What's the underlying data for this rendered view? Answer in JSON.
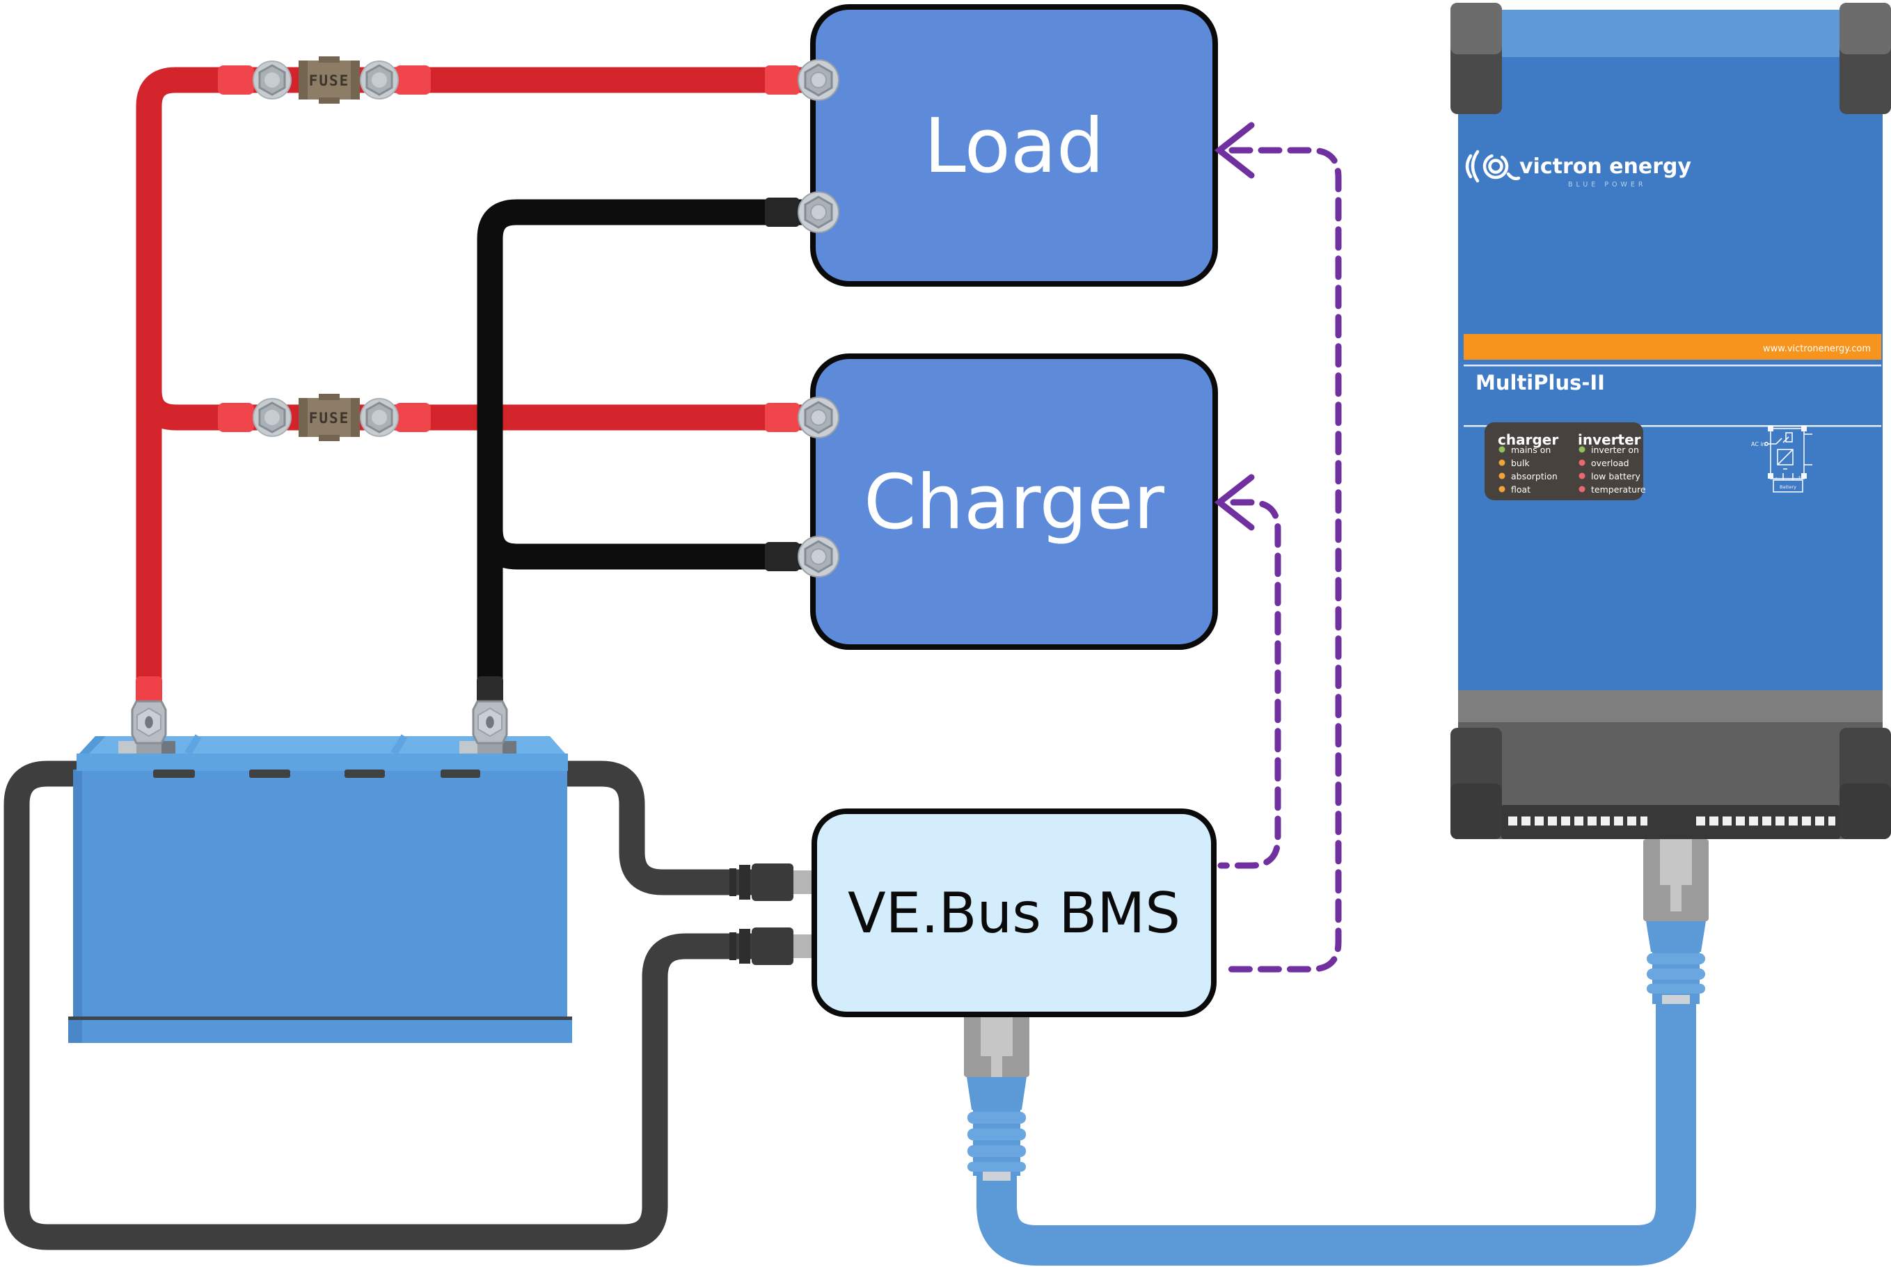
{
  "diagram": {
    "load_box": {
      "label": "Load"
    },
    "charger_box": {
      "label": "Charger"
    },
    "bms_box": {
      "label": "VE.Bus BMS"
    },
    "fuses": [
      {
        "label": "FUSE"
      },
      {
        "label": "FUSE"
      }
    ],
    "colors": {
      "box_blue": "#5e8bd9",
      "bms_light_blue": "#d4edfc",
      "positive_wire_red": "#d3242b",
      "negative_wire_black": "#0d0d0d",
      "bms_cable_gray": "#3e3e3e",
      "vebus_cable_blue": "#5b9ad7",
      "control_purple": "#7030a0",
      "victron_orange": "#f7941d",
      "multiplus_blue": "#3f7ac4"
    }
  },
  "multiplus": {
    "brand": "victron energy",
    "tagline": "BLUE POWER",
    "website": "www.victronenergy.com",
    "model": "MultiPlus-II",
    "led_panel": {
      "charger_title": "charger",
      "inverter_title": "inverter",
      "charger_leds": [
        {
          "label": "mains on",
          "color": "#8fc05c"
        },
        {
          "label": "bulk",
          "color": "#f2a33c"
        },
        {
          "label": "absorption",
          "color": "#f2a33c"
        },
        {
          "label": "float",
          "color": "#f2a33c"
        }
      ],
      "inverter_leds": [
        {
          "label": "inverter on",
          "color": "#8fc05c"
        },
        {
          "label": "overload",
          "color": "#e86a70"
        },
        {
          "label": "low battery",
          "color": "#e86a70"
        },
        {
          "label": "temperature",
          "color": "#e86a70"
        }
      ]
    },
    "schematic": {
      "ac_in": "AC in",
      "battery": "Battery",
      "plus": "+",
      "minus": "-"
    }
  }
}
